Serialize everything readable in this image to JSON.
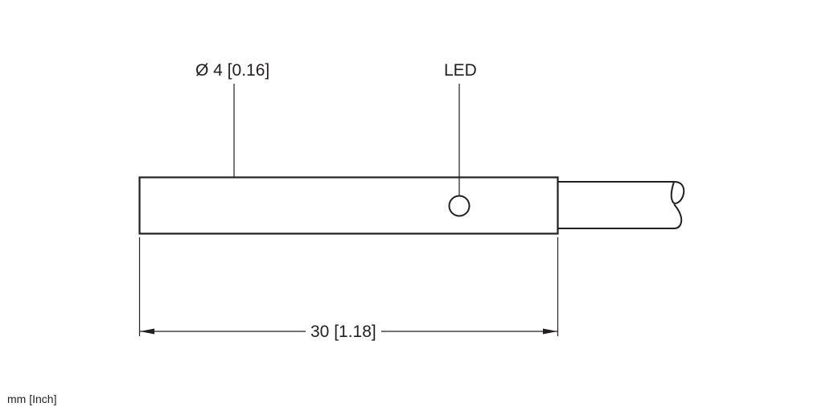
{
  "diagram": {
    "type": "dimensional drawing",
    "subject": "cylindrical sensor with cable",
    "line_color": "#231f20",
    "background": "#ffffff"
  },
  "labels": {
    "diameter": "Ø 4 [0.16]",
    "led": "LED",
    "length": "30 [1.18]",
    "units": "mm [Inch]"
  },
  "dimensions": {
    "diameter_mm": 4,
    "diameter_in": 0.16,
    "length_mm": 30,
    "length_in": 1.18
  }
}
